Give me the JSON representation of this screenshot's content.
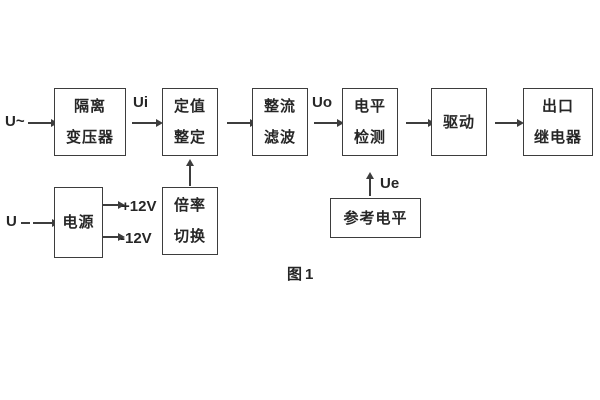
{
  "figure": {
    "caption": "图1",
    "colors": {
      "line": "#3d3d3d",
      "text": "#262626",
      "background": "#ffffff"
    },
    "signals": {
      "ac_input": "U~",
      "dc_input": "U",
      "ui": "Ui",
      "uo": "Uo",
      "ue": "Ue",
      "rail_pos": "+12V",
      "rail_neg": "-12V"
    },
    "blocks": {
      "isolation_transformer": {
        "line1": "隔离",
        "line2": "变压器"
      },
      "setpoint_adjust": {
        "line1": "定值",
        "line2": "整定"
      },
      "rectifier_filter": {
        "line1": "整流",
        "line2": "滤波"
      },
      "level_detect": {
        "line1": "电平",
        "line2": "检测"
      },
      "drive": {
        "label": "驱动"
      },
      "output_relay": {
        "line1": "出口",
        "line2": "继电器"
      },
      "power_supply": {
        "label": "电源"
      },
      "ratio_switch": {
        "line1": "倍率",
        "line2": "切换"
      },
      "reference_level": {
        "label": "参考电平"
      }
    }
  }
}
